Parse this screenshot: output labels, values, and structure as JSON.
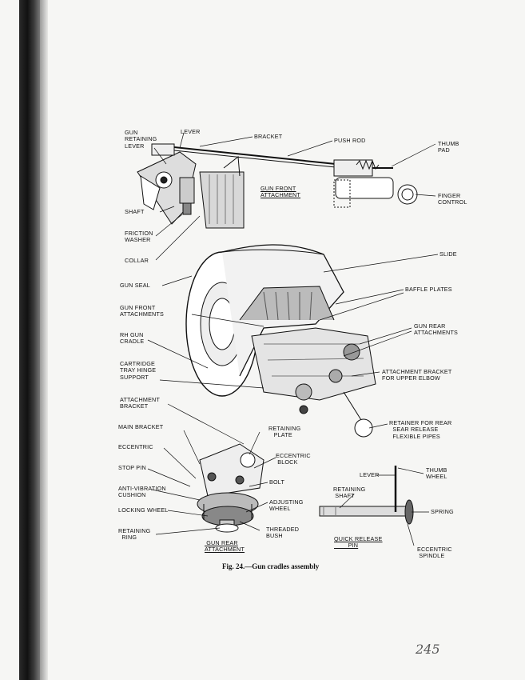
{
  "figure": {
    "caption": "Fig. 24.—Gun cradles assembly",
    "page_number": "245",
    "labels": {
      "gun_retaining_lever": "GUN\nRETAINING\nLEVER",
      "lever_top": "LEVER",
      "bracket": "BRACKET",
      "push_rod": "PUSH ROD",
      "thumb_pad": "THUMB\nPAD",
      "shaft": "SHAFT",
      "gun_front_attachment": "GUN FRONT\nATTACHMENT",
      "finger_control": "FINGER\nCONTROL",
      "friction_washer": "FRICTION\nWASHER",
      "collar": "COLLAR",
      "slide": "SLIDE",
      "gun_seal": "GUN SEAL",
      "baffle_plates": "BAFFLE PLATES",
      "gun_front_attachments": "GUN FRONT\nATTACHMENTS",
      "gun_rear_attachments": "GUN REAR\nATTACHMENTS",
      "rh_gun_cradle": "RH GUN\nCRADLE",
      "cartridge_tray_hinge_support": "CARTRIDGE\nTRAY HINGE\nSUPPORT",
      "attachment_bracket_upper_elbow": "ATTACHMENT BRACKET\nFOR UPPER ELBOW",
      "attachment_bracket": "ATTACHMENT\nBRACKET",
      "retainer_rear_sear": "RETAINER FOR REAR\nSEAR RELEASE\nFLEXIBLE PIPES",
      "main_bracket": "MAIN BRACKET",
      "retaining_plate": "RETAINING\nPLATE",
      "eccentric": "ECCENTRIC",
      "eccentric_block": "ECCENTRIC\nBLOCK",
      "stop_pin": "STOP PIN",
      "bolt": "BOLT",
      "anti_vibration_cushion": "ANTI-VIBRATION\nCUSHION",
      "adjusting_wheel": "ADJUSTING\nWHEEL",
      "locking_wheel": "LOCKING WHEEL",
      "threaded_bush": "THREADED\nBUSH",
      "retaining_ring": "RETAINING\nRING",
      "gun_rear_attachment": "GUN REAR\nATTACHMENT",
      "lever_qr": "LEVER",
      "thumb_wheel": "THUMB\nWHEEL",
      "retaining_shaft": "RETAINING\nSHAFT",
      "spring": "SPRING",
      "quick_release_pin": "QUICK RELEASE\nPIN",
      "eccentric_spindle": "ECCENTRIC\nSPINDLE"
    }
  }
}
